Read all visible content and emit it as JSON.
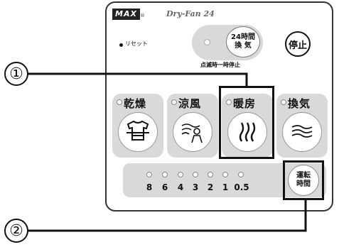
{
  "header": {
    "logo_text": "MAX",
    "logo_suffix": "®",
    "product_name": "Dry-Fan 24"
  },
  "controls": {
    "reset_label": "リセット",
    "ventilation_24h": {
      "line1": "24時間",
      "line2": "換 気"
    },
    "blink_label": "点滅時一時停止",
    "stop_label": "停止"
  },
  "modes": [
    {
      "label": "乾燥",
      "icon": "drying-shirt-icon"
    },
    {
      "label": "涼風",
      "icon": "cool-breeze-person-icon"
    },
    {
      "label": "暖房",
      "icon": "heating-waves-icon"
    },
    {
      "label": "換気",
      "icon": "ventilation-waves-icon"
    }
  ],
  "timer": {
    "values": [
      "8",
      "6",
      "4",
      "3",
      "2",
      "1",
      "0.5"
    ],
    "runtime_button": {
      "line1": "運転",
      "line2": "時間"
    }
  },
  "callouts": [
    "①",
    "②"
  ],
  "colors": {
    "panel_gray": "#d9d9d9",
    "border": "#111111"
  }
}
